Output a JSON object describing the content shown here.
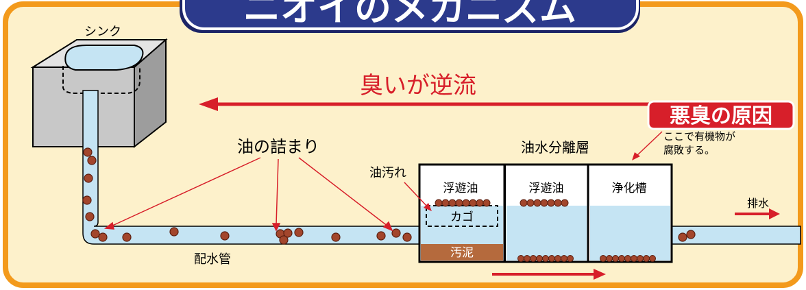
{
  "title": "ニオイのメカニズム",
  "labels": {
    "sink": "シンク",
    "backflow": "臭いが逆流",
    "cause": "悪臭の原因",
    "cause_note_1": "ここで有機物が",
    "cause_note_2": "腐敗する。",
    "clog": "油の詰まり",
    "separator": "油水分離層",
    "oil_dirt": "油汚れ",
    "floating_oil_1": "浮遊油",
    "floating_oil_2": "浮遊油",
    "purification": "浄化槽",
    "basket": "カゴ",
    "sludge": "汚泥",
    "drain_pipe": "配水管",
    "discharge": "排水"
  },
  "colors": {
    "background": "#fdf1cb",
    "frame": "#f39a1c",
    "title_bg": "#2c3a8c",
    "water": "#c5e4f3",
    "oil_ball": "#a3462c",
    "sludge": "#b56a3d",
    "arrow_red": "#d71f2a",
    "sink_gray": "#c8c8c8"
  }
}
